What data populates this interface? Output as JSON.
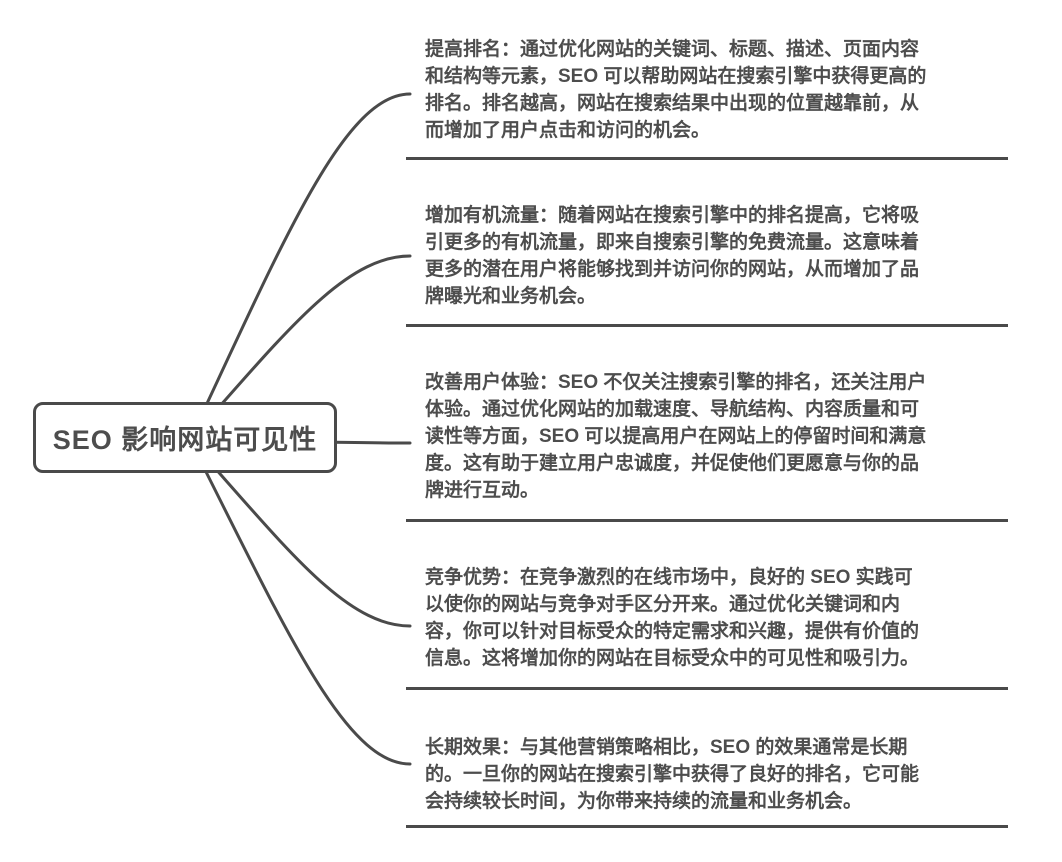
{
  "root_topic": {
    "label": "SEO 影响网站可见性"
  },
  "branches": [
    {
      "title": "提高排名",
      "text": "提高排名：通过优化网站的关键词、标题、描述、页面内容\n和结构等元素，SEO 可以帮助网站在搜索引擎中获得更高的\n排名。排名越高，网站在搜索结果中出现的位置越靠前，从\n而增加了用户点击和访问的机会。"
    },
    {
      "title": "增加有机流量",
      "text": "增加有机流量：随着网站在搜索引擎中的排名提高，它将吸\n引更多的有机流量，即来自搜索引擎的免费流量。这意味着\n更多的潜在用户将能够找到并访问你的网站，从而增加了品\n牌曝光和业务机会。"
    },
    {
      "title": "改善用户体验",
      "text": "改善用户体验：SEO 不仅关注搜索引擎的排名，还关注用户\n体验。通过优化网站的加载速度、导航结构、内容质量和可\n读性等方面，SEO 可以提高用户在网站上的停留时间和满意\n度。这有助于建立用户忠诚度，并促使他们更愿意与你的品\n牌进行互动。"
    },
    {
      "title": "竞争优势",
      "text": "竞争优势：在竞争激烈的在线市场中，良好的 SEO 实践可\n以使你的网站与竞争对手区分开来。通过优化关键词和内\n容，你可以针对目标受众的特定需求和兴趣，提供有价值的\n信息。这将增加你的网站在目标受众中的可见性和吸引力。"
    },
    {
      "title": "长期效果",
      "text": "长期效果：与其他营销策略相比，SEO 的效果通常是长期\n的。一旦你的网站在搜索引擎中获得了良好的排名，它可能\n会持续较长时间，为你带来持续的流量和业务机会。"
    }
  ],
  "colors": {
    "line": "#4a4a4a",
    "text": "#4d4d4d",
    "root_border": "#4a4a4a",
    "background": "#ffffff"
  }
}
